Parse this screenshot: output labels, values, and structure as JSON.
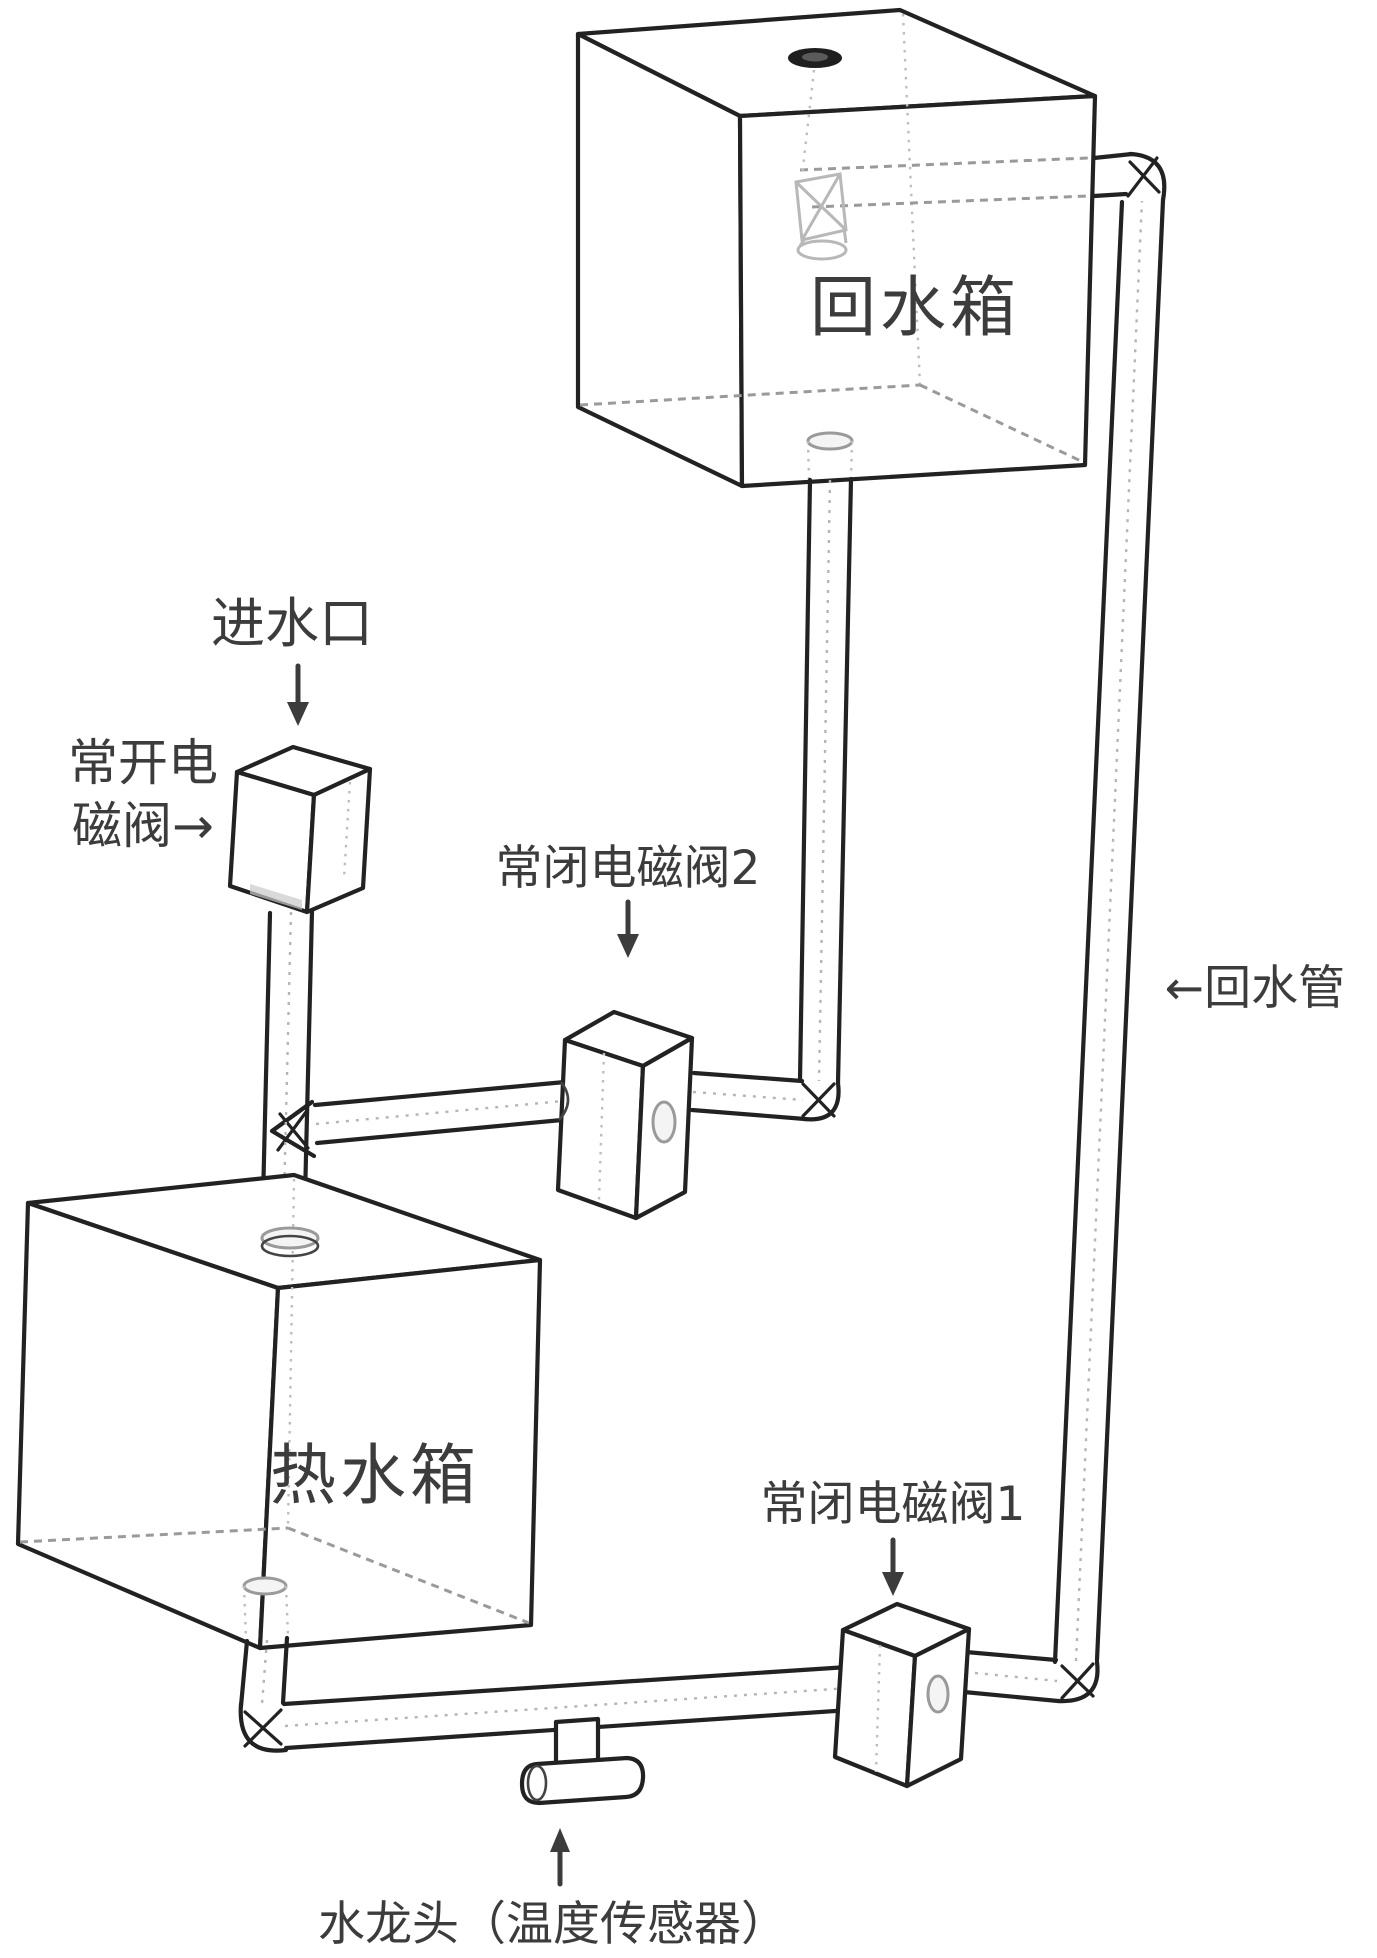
{
  "diagram": {
    "labels": {
      "return_tank": "回水箱",
      "hot_tank": "热水箱",
      "water_inlet": "进水口",
      "normally_open_valve_line1": "常开电",
      "normally_open_valve_line2": "磁阀→",
      "normally_closed_valve_2": "常闭电磁阀2",
      "normally_closed_valve_1": "常闭电磁阀1",
      "return_pipe": "←回水管",
      "faucet": "水龙头（温度传感器）"
    },
    "colors": {
      "background": "#ffffff",
      "line": "#222222",
      "text": "#3c3c3c",
      "hidden_line": "#9a9a9a",
      "sketch": "#b8b8b8"
    }
  }
}
